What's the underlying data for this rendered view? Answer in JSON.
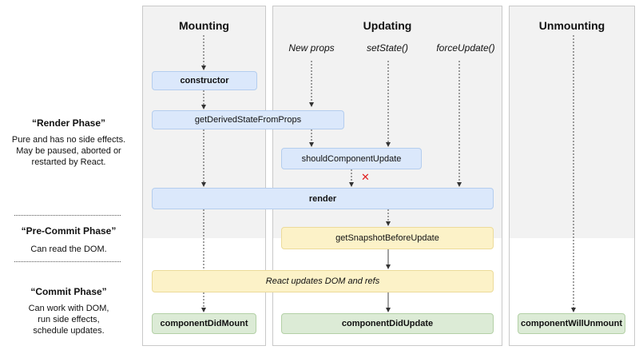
{
  "columns": {
    "mounting": "Mounting",
    "updating": "Updating",
    "unmounting": "Unmounting"
  },
  "triggers": {
    "new_props": "New props",
    "set_state": "setState()",
    "force_update": "forceUpdate()"
  },
  "methods": {
    "constructor": "constructor",
    "get_derived": "getDerivedStateFromProps",
    "should_update": "shouldComponentUpdate",
    "render": "render",
    "get_snapshot": "getSnapshotBeforeUpdate",
    "react_updates": "React updates DOM and refs",
    "did_mount": "componentDidMount",
    "did_update": "componentDidUpdate",
    "will_unmount": "componentWillUnmount"
  },
  "phases": {
    "render": {
      "title": "“Render Phase”",
      "desc": [
        "Pure and has no side effects.",
        "May be paused, aborted or",
        "restarted by React."
      ]
    },
    "precommit": {
      "title": "“Pre-Commit Phase”",
      "desc": [
        "Can read the DOM."
      ]
    },
    "commit": {
      "title": "“Commit Phase”",
      "desc": [
        "Can work with DOM,",
        "run side effects,",
        "schedule updates."
      ]
    }
  },
  "colors": {
    "render_box": "#dbe8fb",
    "commit_box": "#fcf2c8",
    "lifecycle_end": "#dcebd6",
    "reject_mark": "#e02020"
  },
  "icons": {
    "reject": "✕"
  }
}
